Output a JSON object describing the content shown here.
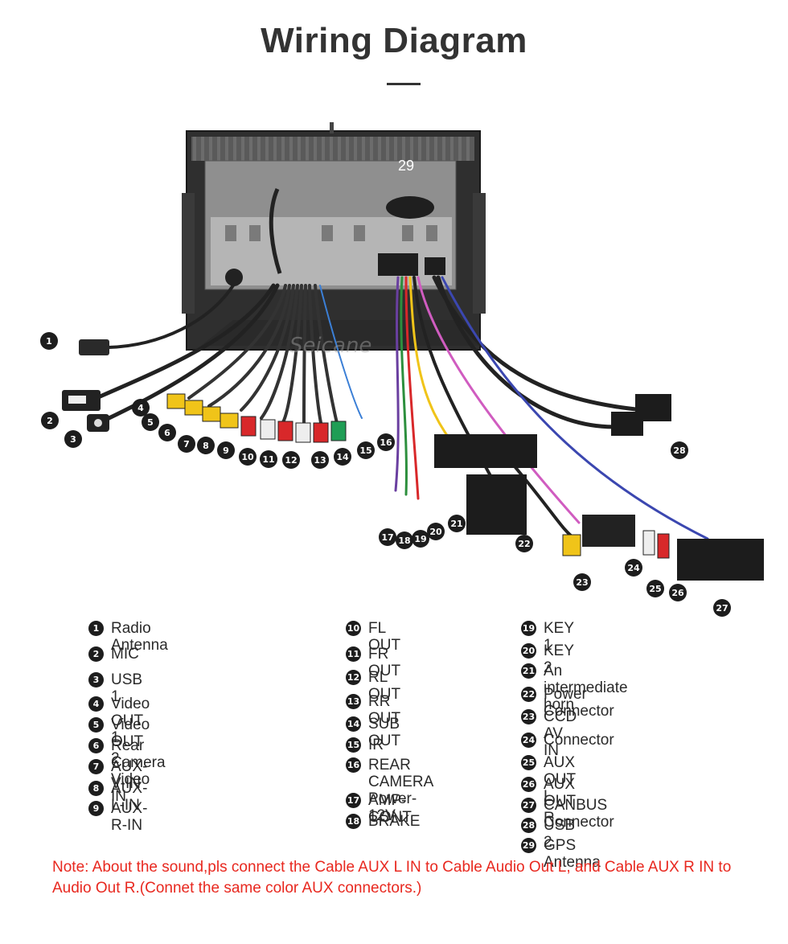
{
  "title": "Wiring Diagram",
  "watermark": "Seicane",
  "callouts": [
    {
      "n": "1",
      "label": "Radio Antenna"
    },
    {
      "n": "2",
      "label": "MIC"
    },
    {
      "n": "3",
      "label": "USB 1"
    },
    {
      "n": "4",
      "label": "Video OUT 1"
    },
    {
      "n": "5",
      "label": "Video OUT 2"
    },
    {
      "n": "6",
      "label": "Rear Camera Video IN"
    },
    {
      "n": "7",
      "label": "AUX-V-IN"
    },
    {
      "n": "8",
      "label": "AUX-L-IN"
    },
    {
      "n": "9",
      "label": "AUX-R-IN"
    },
    {
      "n": "10",
      "label": "FL OUT"
    },
    {
      "n": "11",
      "label": "FR OUT"
    },
    {
      "n": "12",
      "label": "RL OUT"
    },
    {
      "n": "13",
      "label": "RR OUT"
    },
    {
      "n": "14",
      "label": "SUB OUT"
    },
    {
      "n": "15",
      "label": "IR"
    },
    {
      "n": "16",
      "label": "REAR CAMERA\nPower-12V"
    },
    {
      "n": "17",
      "label": "AMP-CONT"
    },
    {
      "n": "18",
      "label": "BRAKE"
    },
    {
      "n": "19",
      "label": "KEY 1"
    },
    {
      "n": "20",
      "label": "KEY 2"
    },
    {
      "n": "21",
      "label": "An intermediate horn"
    },
    {
      "n": "22",
      "label": "Power Connector"
    },
    {
      "n": "23",
      "label": "CCD AV IN"
    },
    {
      "n": "24",
      "label": "Connector"
    },
    {
      "n": "25",
      "label": "AUX OUT L"
    },
    {
      "n": "26",
      "label": "AUX OUT R"
    },
    {
      "n": "27",
      "label": "CANBUS Connector"
    },
    {
      "n": "28",
      "label": "USB 2"
    },
    {
      "n": "29",
      "label": "GPS Antenna"
    }
  ],
  "note": "Note: About the sound,pls connect the Cable AUX L IN to Cable Audio Out L, and Cable AUX R IN to  Audio Out R.(Connet the same color AUX connectors.)",
  "colors": {
    "title": "#333333",
    "note": "#e8281f",
    "badge": "#1d1d1d",
    "rca_red": "#d8282a",
    "rca_yellow": "#f0c419",
    "rca_white": "#eeeeee",
    "rca_green": "#1f9d55",
    "unit_body": "#2e2e2e"
  }
}
